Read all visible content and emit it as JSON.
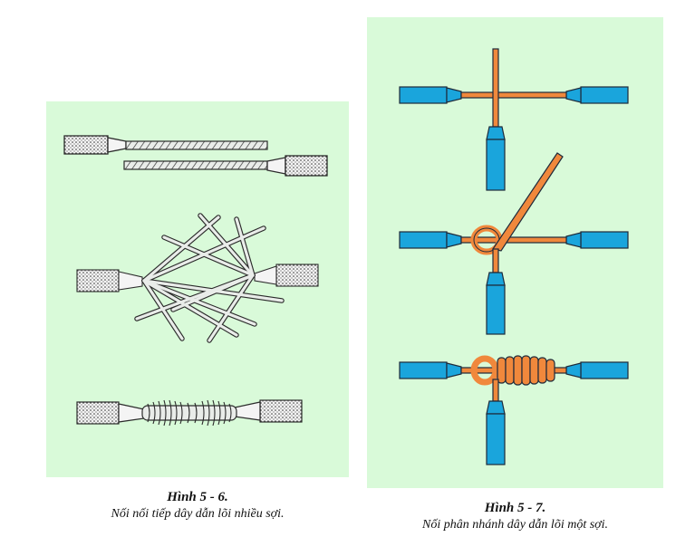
{
  "figures": [
    {
      "number": "Hình 5 - 6.",
      "description": "Nối nối tiếp dây dẫn lõi nhiều sợi."
    },
    {
      "number": "Hình 5 - 7.",
      "description": "Nối phân nhánh dây dẫn lõi một sợi."
    }
  ],
  "colors": {
    "panel_background": "#d9fad9",
    "insulation_blue": "#1aa5dc",
    "copper_orange": "#f0883c",
    "strand_gray": "#9aa09a",
    "line_dark": "#2b2b2b"
  }
}
